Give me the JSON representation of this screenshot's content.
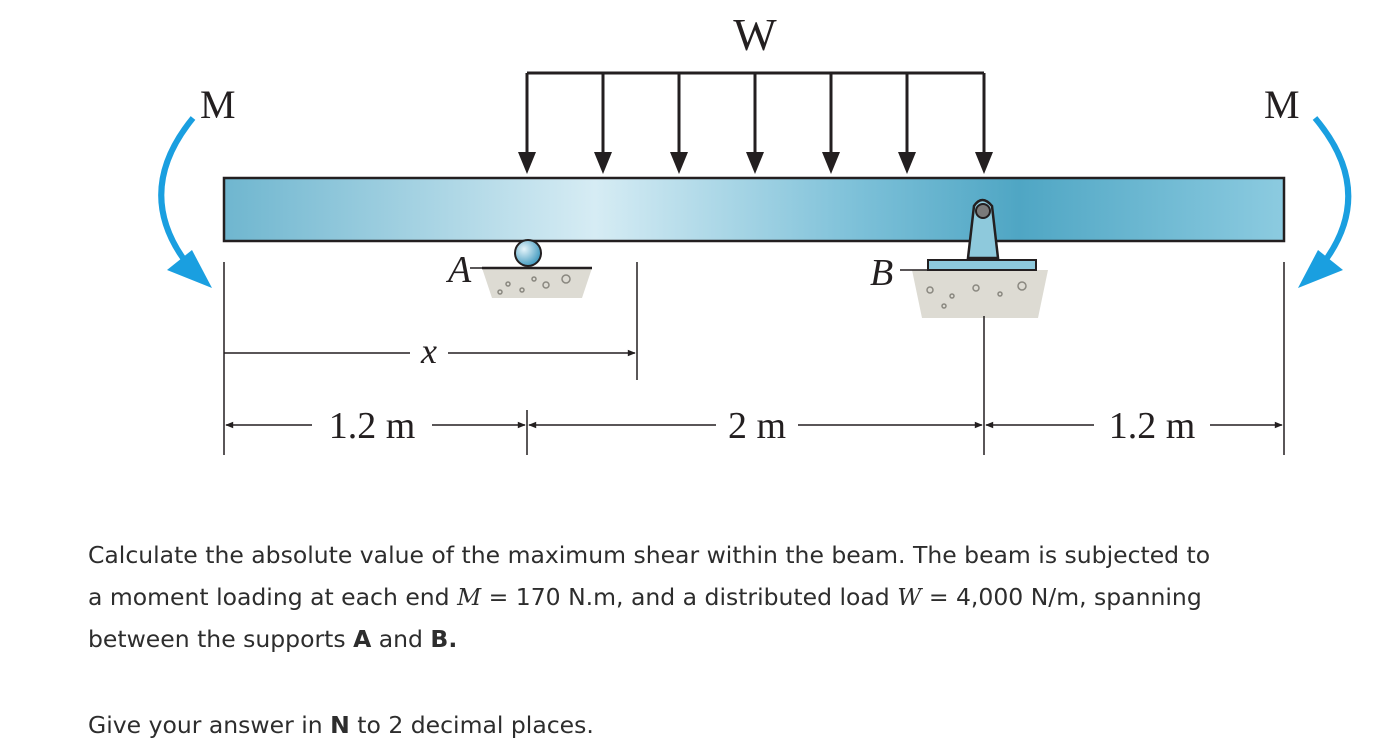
{
  "diagram": {
    "load_label": "W",
    "moment_left_label": "M",
    "moment_right_label": "M",
    "support_a_label": "A",
    "support_b_label": "B",
    "x_label": "x",
    "dim_left": "1.2 m",
    "dim_middle": "2 m",
    "dim_right": "1.2 m",
    "colors": {
      "beam": "#8ec9dc",
      "moment_arrow": "#1a9fe0",
      "ink": "#231f20"
    }
  },
  "question": {
    "p1_a": "Calculate the absolute value of the maximum shear within the beam. The beam is subjected to a moment loading at each end ",
    "M_var": "M",
    "p1_b": " = 170 N.m, and a distributed load ",
    "W_var": "W",
    "p1_c": " = 4,000 N/m, spanning between the supports ",
    "A_bold": "A",
    "and_text": " and ",
    "B_bold": "B.",
    "p2_a": "Give your answer in ",
    "N_bold": "N",
    "p2_b": " to 2 decimal places."
  }
}
